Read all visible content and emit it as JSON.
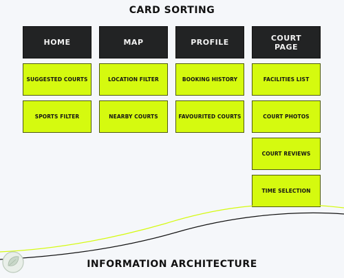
{
  "title": "CARD SORTING",
  "footer_title": "INFORMATION ARCHITECTURE",
  "colors": {
    "background": "#f5f7fa",
    "header_card": "#222324",
    "item_card": "#d5fa0f",
    "wave_line": "#d5fa0f",
    "wave_dark": "#111111"
  },
  "columns": [
    {
      "header": "HOME",
      "items": [
        "SUGGESTED COURTS",
        "SPORTS FILTER"
      ]
    },
    {
      "header": "MAP",
      "items": [
        "LOCATION FILTER",
        "NEARBY COURTS"
      ]
    },
    {
      "header": "PROFILE",
      "items": [
        "BOOKING HISTORY",
        "FAVOURITED COURTS"
      ]
    },
    {
      "header": "COURT PAGE",
      "items": [
        "FACILITIES LIST",
        "COURT PHOTOS",
        "COURT REVIEWS",
        "TIME SELECTION"
      ]
    }
  ],
  "logo_icon": "leaf-badge-icon"
}
